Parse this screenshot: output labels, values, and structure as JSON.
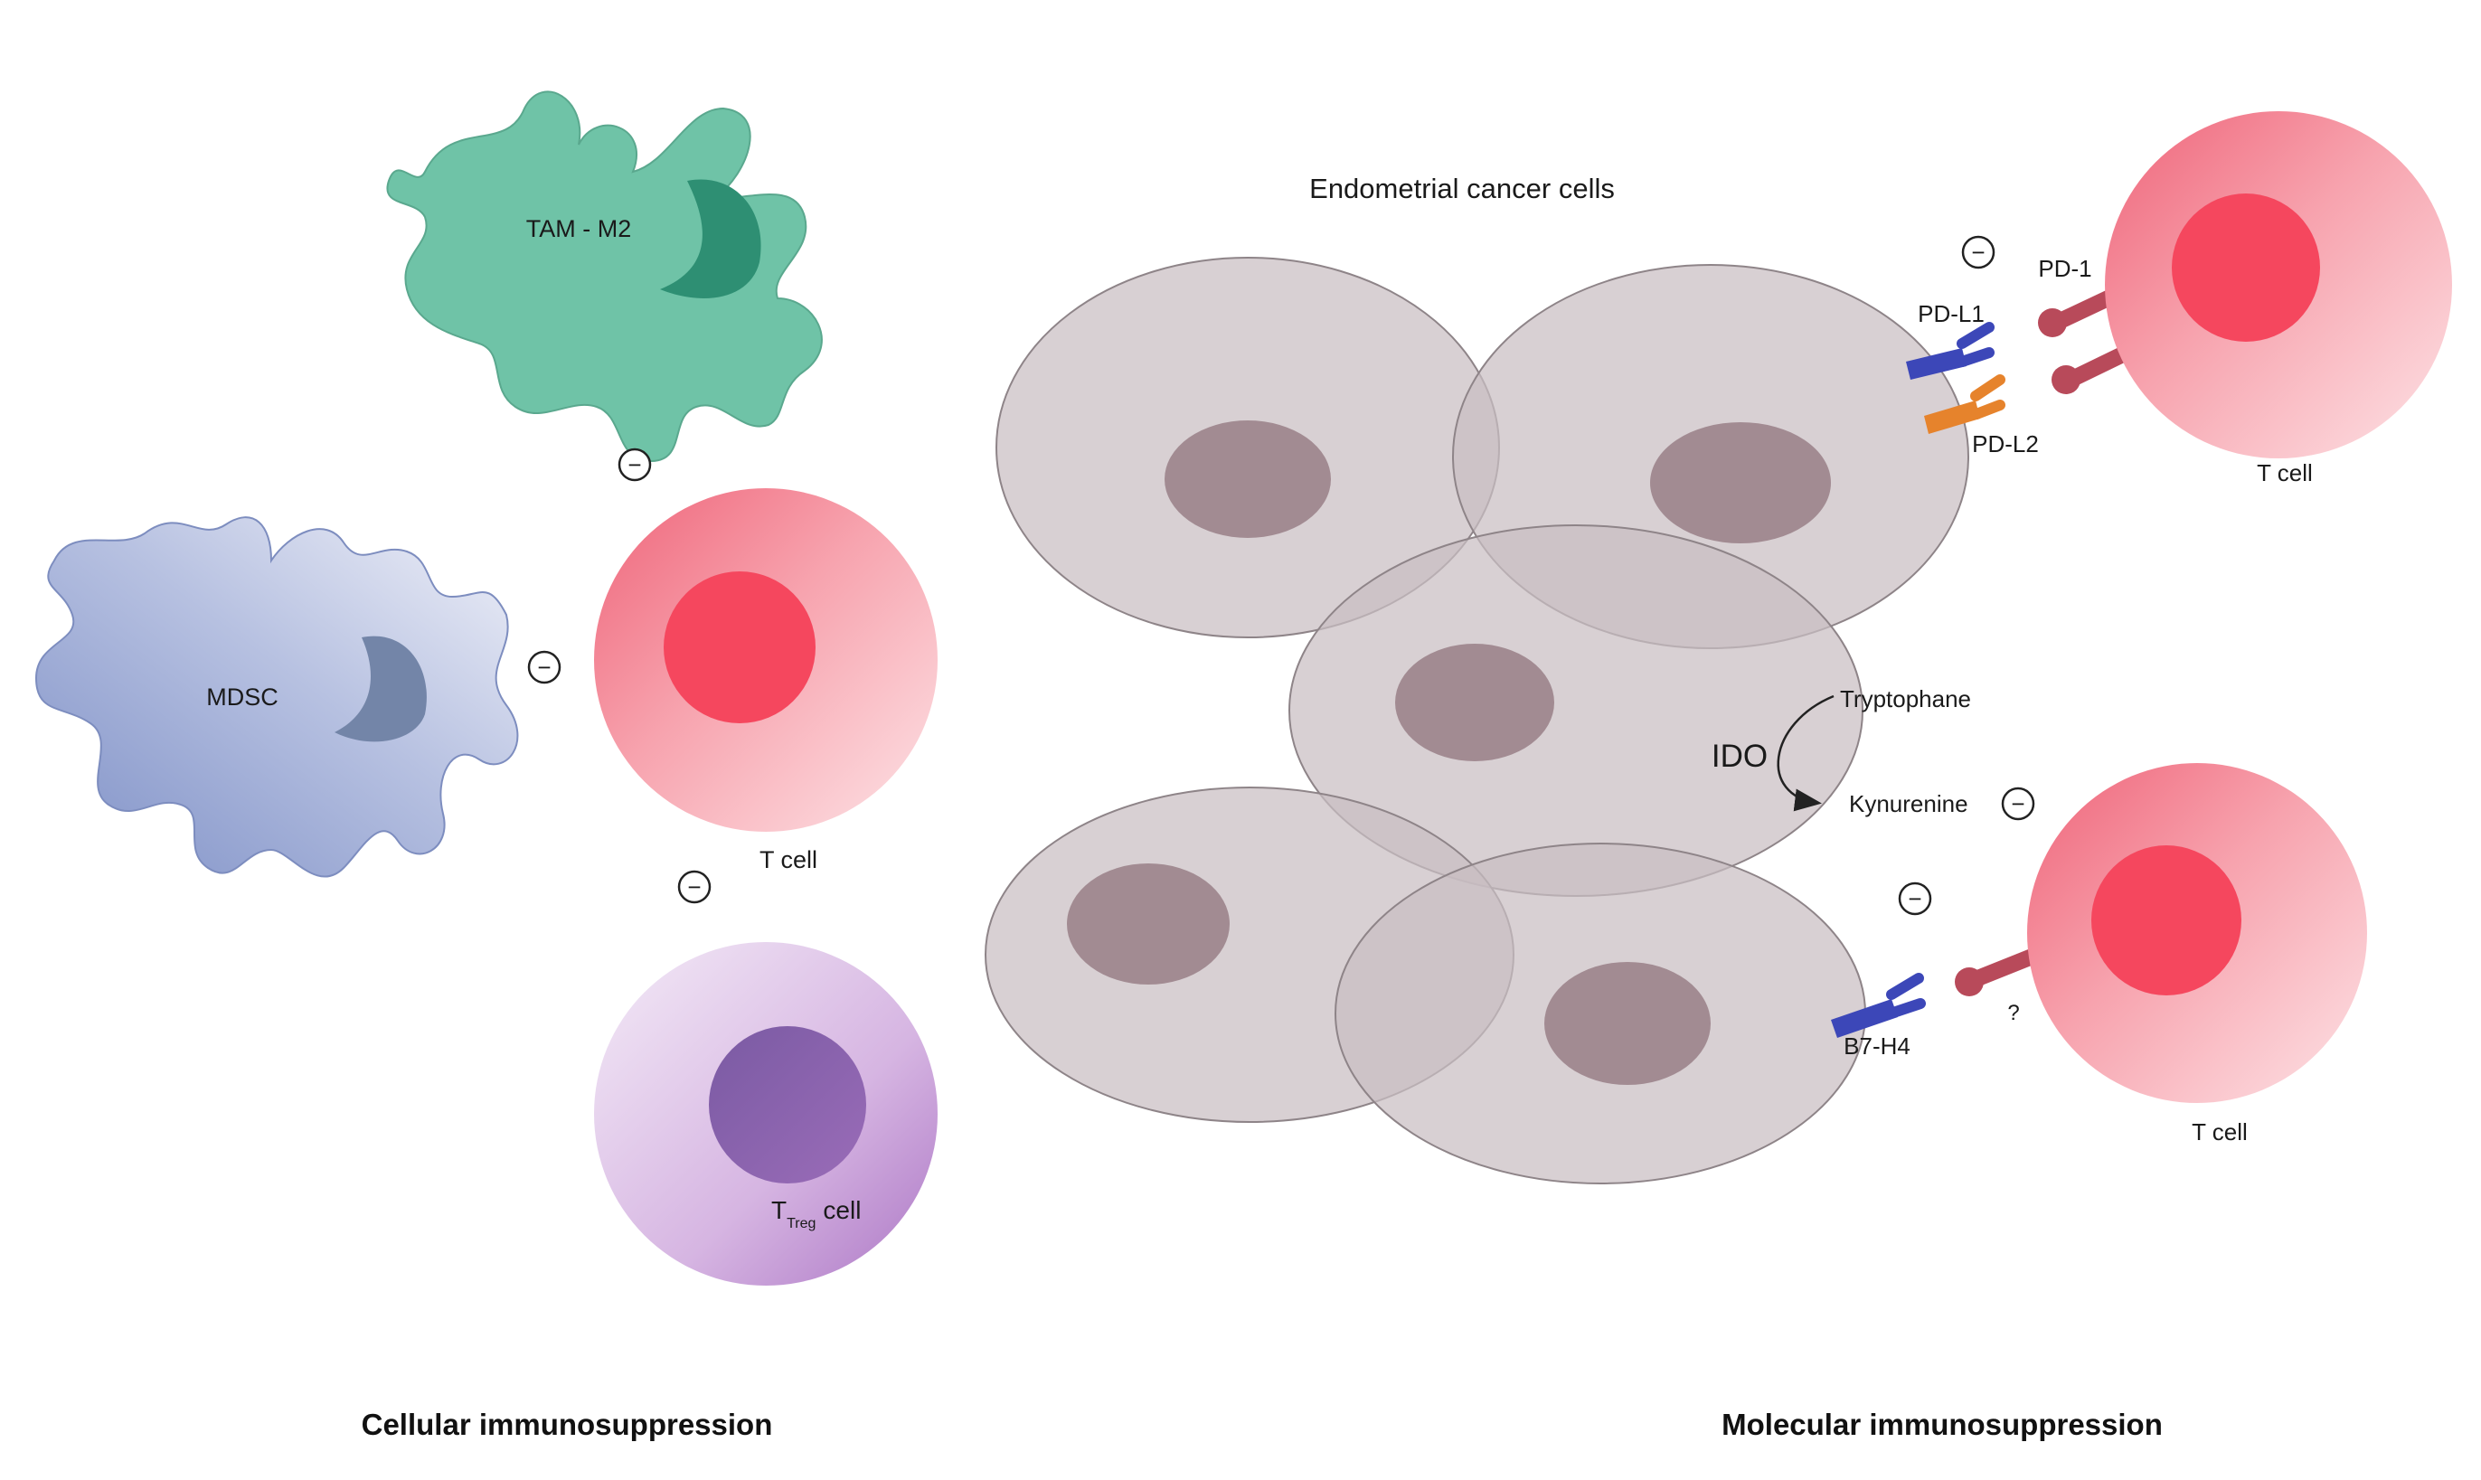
{
  "labels": {
    "tam": "TAM - M2",
    "mdsc": "MDSC",
    "tcell_left": "T cell",
    "treg_main": "T",
    "treg_sub": "Treg",
    "treg_suffix": "cell",
    "cancer_title": "Endometrial cancer cells",
    "pd1": "PD-1",
    "pdl1": "PD-L1",
    "pdl2": "PD-L2",
    "tcell_top_right": "T cell",
    "ido": "IDO",
    "tryptophane": "Tryptophane",
    "kynurenine": "Kynurenine",
    "b7h4": "B7-H4",
    "question": "?",
    "tcell_bottom_right": "T cell",
    "inhibit": "−"
  },
  "captions": {
    "left": "Cellular immunosuppression",
    "right": "Molecular immunosuppression"
  },
  "colors": {
    "tam": "#6fc3a7",
    "tam_nucleus": "#2e8f73",
    "mdsc_dark": "#8d9dcc",
    "mdsc_light": "#eef0f8",
    "mdsc_nucleus": "#7385a8",
    "tcell_light": "#fde3e6",
    "tcell_dark": "#f06a7c",
    "tcell_nucleus": "#f5475e",
    "treg_light": "#f3e9f6",
    "treg_dark": "#b27ecb",
    "treg_nucleus": "#8a5ea9",
    "cancer_cell": "#cfc5c9",
    "cancer_nucleus": "#a78f96",
    "pdl1": "#3c47b8",
    "pdl2": "#e6832c",
    "receptor": "#b84a5a"
  }
}
